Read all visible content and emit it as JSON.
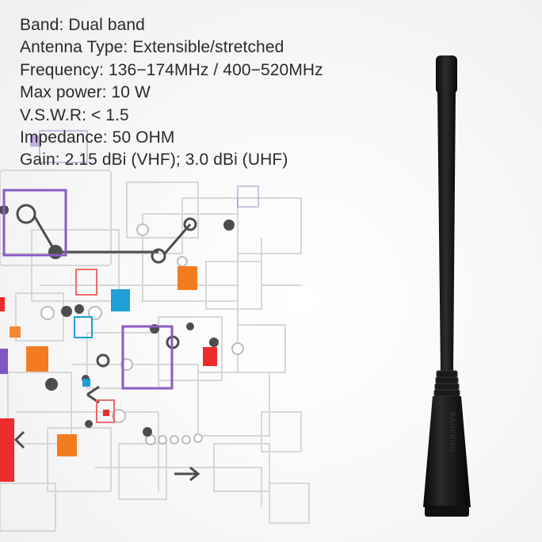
{
  "specs": [
    {
      "label": "Band",
      "value": "Dual band",
      "text": "Band: Dual band"
    },
    {
      "label": "Antenna Type",
      "value": "Extensible/stretched",
      "text": "Antenna Type: Extensible/stretched"
    },
    {
      "label": "Frequency",
      "value": "136-174MHz / 400-520MHz",
      "text": "Frequency: 136−174MHz / 400−520MHz"
    },
    {
      "label": "Max power",
      "value": "10 W",
      "text": "Max power: 10 W"
    },
    {
      "label": "V.S.W.R",
      "value": "< 1.5",
      "text": "V.S.W.R: < 1.5"
    },
    {
      "label": "Impedance",
      "value": "50 OHM",
      "text": "Impedance: 50 OHM"
    },
    {
      "label": "Gain",
      "value": "2.15 dBi (VHF); 3.0 dBi (UHF)",
      "text": "Gain: 2.15 dBi (VHF); 3.0 dBi (UHF)"
    }
  ],
  "antenna": {
    "brand_text": "BAOFENG",
    "body_color": "#141414"
  },
  "decor": {
    "accent_colors": [
      "#f47c20",
      "#ee2b2b",
      "#7e57c2",
      "#1e9fd6",
      "#555555"
    ]
  }
}
